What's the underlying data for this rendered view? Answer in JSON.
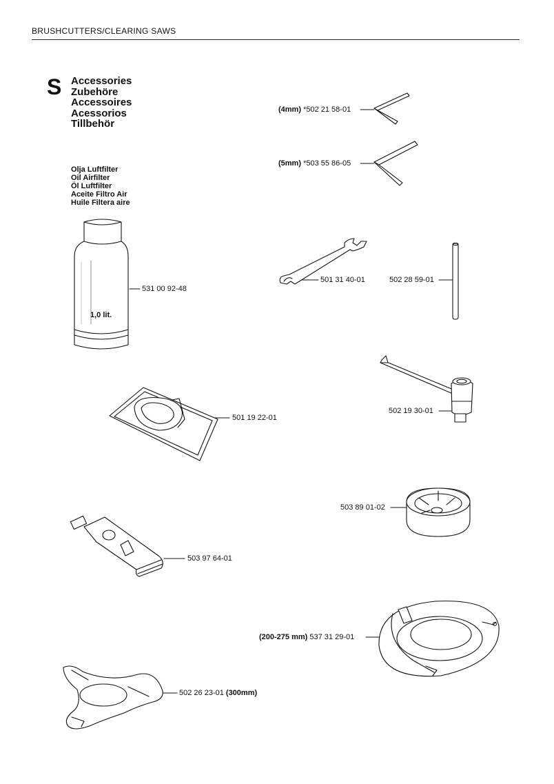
{
  "page": {
    "header": "BRUSHCUTTERS/CLEARING SAWS"
  },
  "section": {
    "letter": "S",
    "titles": [
      "Accessories",
      "Zubehöre",
      "Accessoires",
      "Acessorios",
      "Tillbehör"
    ]
  },
  "oil_titles": [
    "Olja Luftfilter",
    "Oil Airfilter",
    "Öl Luftfilter",
    "Aceite Filtro Air",
    "Huile Filtera aire"
  ],
  "bottle_text": "1,0 lit.",
  "parts": {
    "hex_key_4mm": {
      "size": "(4mm)",
      "number": "*502 21 58-01"
    },
    "hex_key_5mm": {
      "size": "(5mm)",
      "number": "*503 55 86-05"
    },
    "oil_bottle": {
      "number": "531 00 92-48"
    },
    "wrench": {
      "number": "501 31 40-01"
    },
    "pin": {
      "number": "502 28 59-01"
    },
    "tool_bag": {
      "number": "501 19 22-01"
    },
    "combi_wrench": {
      "number": "502 19 30-01"
    },
    "cap": {
      "number": "503 89 01-02"
    },
    "grease_tube": {
      "number": "503 97 64-01"
    },
    "guard": {
      "size": "(200-275 mm)",
      "number": "537 31 29-01"
    },
    "support_cup": {
      "number": "502 26 23-01",
      "size": "(300mm)"
    }
  }
}
